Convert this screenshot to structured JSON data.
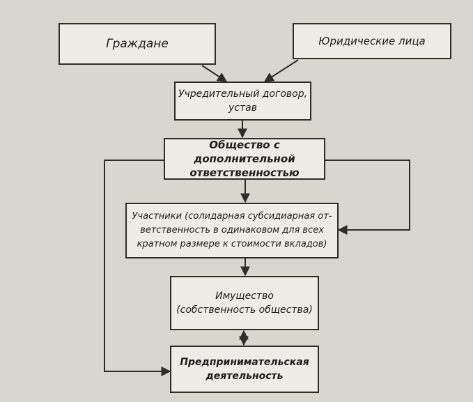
{
  "diagram": {
    "nodes": {
      "citizens": "Граждане",
      "legal_entities": "Юридические лица",
      "founding_docs": "Учредительный договор,\nустав",
      "company": "Общество с дополнительной\nответственностью",
      "participants": "Участники (солидарная субсидиарная от-\nветственность в одинаковом для всех\nкратном размере к стоимости вкладов)",
      "property": "Имущество\n(собственность общества)",
      "business": "Предпринимательская\nдеятельность"
    }
  }
}
